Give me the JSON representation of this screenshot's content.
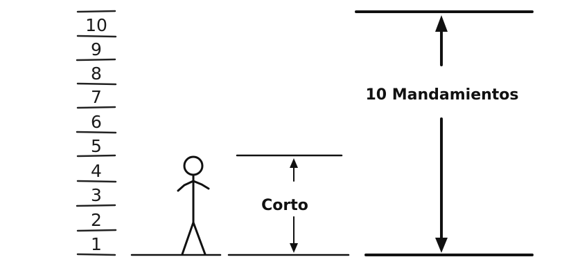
{
  "ladder": {
    "numbers": [
      "1",
      "2",
      "3",
      "4",
      "5",
      "6",
      "7",
      "8",
      "9",
      "10"
    ]
  },
  "labels": {
    "short": "Corto",
    "commandments": "10 Mandamientos"
  },
  "colors": {
    "ink": "#111111",
    "background": "#ffffff"
  }
}
